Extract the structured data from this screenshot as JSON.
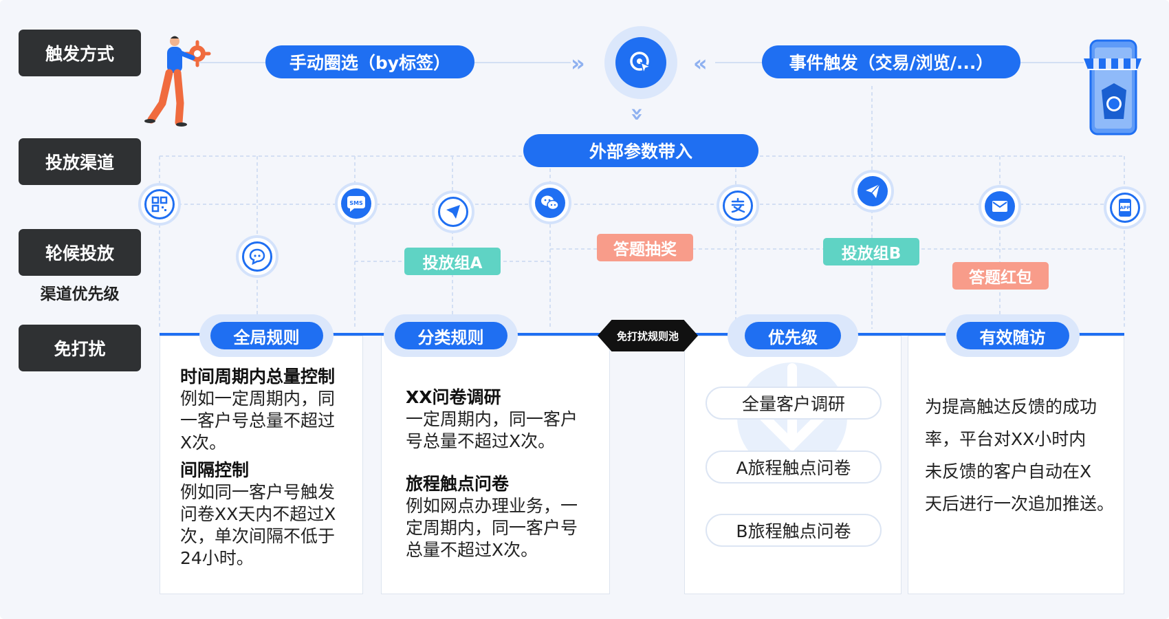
{
  "side_labels": {
    "trigger": "触发方式",
    "channel": "投放渠道",
    "rotation": "轮候投放",
    "priority_sub": "渠道优先级",
    "dnd": "免打扰"
  },
  "trigger": {
    "manual": "手动圈选（by标签）",
    "event": "事件触发（交易/浏览/...）",
    "external": "外部参数带入"
  },
  "channels": [
    "qrcode-icon",
    "chat-bubble-icon",
    "sms-icon",
    "send-icon",
    "wechat-icon",
    "alipay-icon",
    "paper-plane-icon",
    "mail-icon",
    "app-icon"
  ],
  "tags": {
    "group_a": "投放组A",
    "quiz_lottery": "答题抽奖",
    "group_b": "投放组B",
    "quiz_redpacket": "答题红包"
  },
  "rules": {
    "global": "全局规则",
    "category": "分类规则",
    "dnd_pool": "免打扰规则池",
    "priority": "优先级",
    "followup": "有效随访"
  },
  "global_rule": {
    "h1": "时间周期内总量控制",
    "t1": [
      "例如一定周期内，同",
      "一客户号总量不超过",
      "X次。"
    ],
    "h2": "间隔控制",
    "t2": [
      "例如同一客户号触发",
      "问卷XX天内不超过X",
      "次，单次间隔不低于",
      "24小时。"
    ]
  },
  "category_rule": {
    "h1": "XX问卷调研",
    "t1": [
      "一定周期内，同一客户",
      "号总量不超过X次。"
    ],
    "h2": "旅程触点问卷",
    "t2": [
      "例如网点办理业务，一",
      "定周期内，同一客户号",
      "总量不超过X次。"
    ]
  },
  "priority_items": [
    "全量客户调研",
    "A旅程触点问卷",
    "B旅程触点问卷"
  ],
  "followup_lines": [
    "为提高触达反馈的成功",
    "率，平台对XX小时内",
    "未反馈的客户自动在X",
    "天后进行一次追加推送。"
  ],
  "colors": {
    "accent": "#1f6ff2",
    "dark_label": "#2f3133",
    "teal": "#5fd3c4",
    "salmon": "#f89c8a"
  }
}
